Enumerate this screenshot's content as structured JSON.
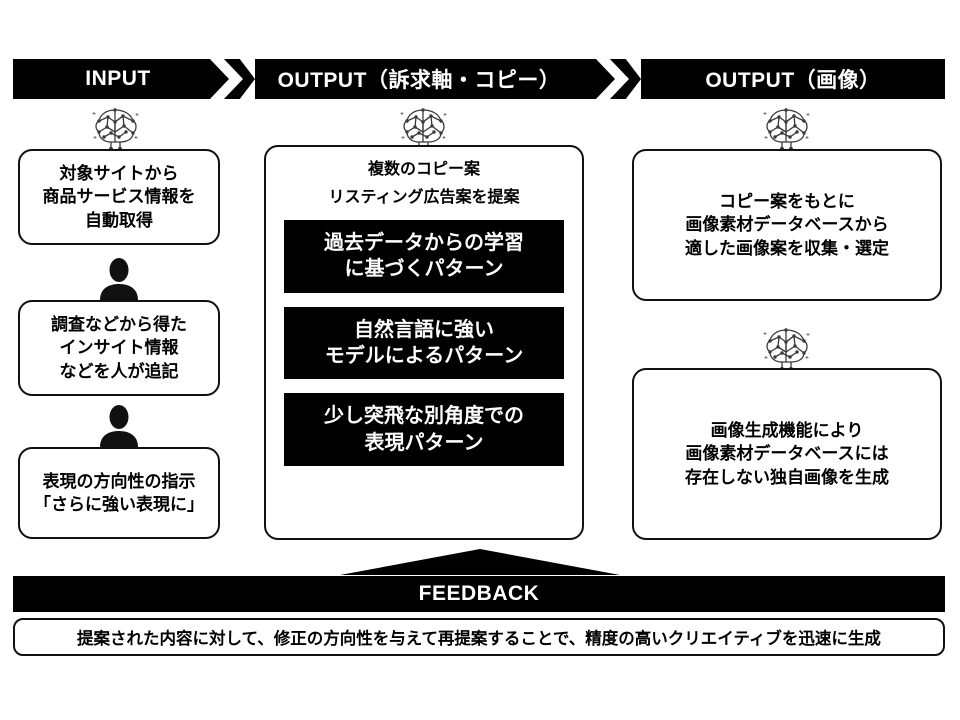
{
  "header": {
    "segments": [
      {
        "label": "INPUT"
      },
      {
        "label": "OUTPUT（訴求軸・コピー）"
      },
      {
        "label": "OUTPUT（画像）"
      }
    ],
    "separator_icon": "chevron-right-icon",
    "background_color": "#000000",
    "text_color": "#FFFFFF"
  },
  "input_column": {
    "boxes": [
      {
        "icon": "ai-brain-network-icon",
        "lines": [
          "対象サイトから",
          "商品サービス情報を",
          "自動取得"
        ]
      },
      {
        "icon": "person-silhouette-icon",
        "lines": [
          "調査などから得た",
          "インサイト情報",
          "などを人が追記"
        ]
      },
      {
        "icon": "person-silhouette-icon",
        "lines": [
          "表現の方向性の指示",
          "「さらに強い表現に」"
        ]
      }
    ]
  },
  "output_copy_column": {
    "icon": "ai-brain-network-icon",
    "caption_lines": [
      "複数のコピー案",
      "リスティング広告案を提案"
    ],
    "cards": [
      {
        "lines": [
          "過去データからの学習",
          "に基づくパターン"
        ]
      },
      {
        "lines": [
          "自然言語に強い",
          "モデルによるパターン"
        ]
      },
      {
        "lines": [
          "少し突飛な別角度での",
          "表現パターン"
        ]
      }
    ],
    "card_background_color": "#000000",
    "card_text_color": "#FFFFFF"
  },
  "output_image_column": {
    "boxes": [
      {
        "icon": "ai-brain-network-icon",
        "lines": [
          "コピー案をもとに",
          "画像素材データベースから",
          "適した画像案を収集・選定"
        ]
      },
      {
        "icon": "ai-brain-network-icon",
        "lines": [
          "画像生成機能により",
          "画像素材データベースには",
          "存在しない独自画像を生成"
        ]
      }
    ]
  },
  "feedback": {
    "arrow_icon": "arrow-up-icon",
    "bar_label": "FEEDBACK",
    "caption": "提案された内容に対して、修正の方向性を与えて再提案することで、精度の高いクリエイティブを迅速に生成",
    "bar_background_color": "#000000",
    "bar_text_color": "#FFFFFF"
  }
}
